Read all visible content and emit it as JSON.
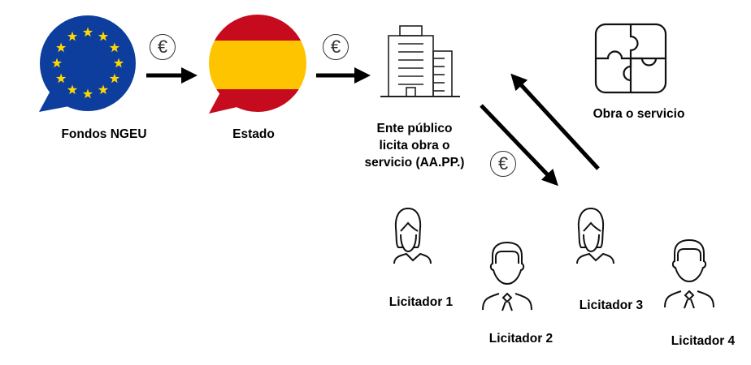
{
  "nodes": {
    "eu": {
      "label": "Fondos NGEU",
      "colors": {
        "background": "#0D3E9E",
        "stars": "#FFD700"
      }
    },
    "state": {
      "label": "Estado",
      "colors": {
        "red": "#C60B1E",
        "yellow": "#FFC400"
      }
    },
    "public_entity": {
      "label_lines": [
        "Ente público",
        "licita obra o",
        "servicio (AA.PP.)"
      ]
    },
    "work": {
      "label": "Obra o servicio"
    },
    "bidders": [
      {
        "label": "Licitador 1",
        "icon": "woman-icon"
      },
      {
        "label": "Licitador 2",
        "icon": "man-icon"
      },
      {
        "label": "Licitador 3",
        "icon": "woman-icon"
      },
      {
        "label": "Licitador 4",
        "icon": "man-icon"
      }
    ]
  },
  "flows": [
    {
      "from": "Fondos NGEU",
      "to": "Estado",
      "symbol": "€"
    },
    {
      "from": "Estado",
      "to": "Ente público",
      "symbol": "€"
    },
    {
      "from": "Ente público",
      "to": "Licitadores",
      "symbol": "€"
    },
    {
      "from": "Licitadores",
      "to": "Ente público",
      "symbol": ""
    }
  ],
  "euro_symbol": "€"
}
